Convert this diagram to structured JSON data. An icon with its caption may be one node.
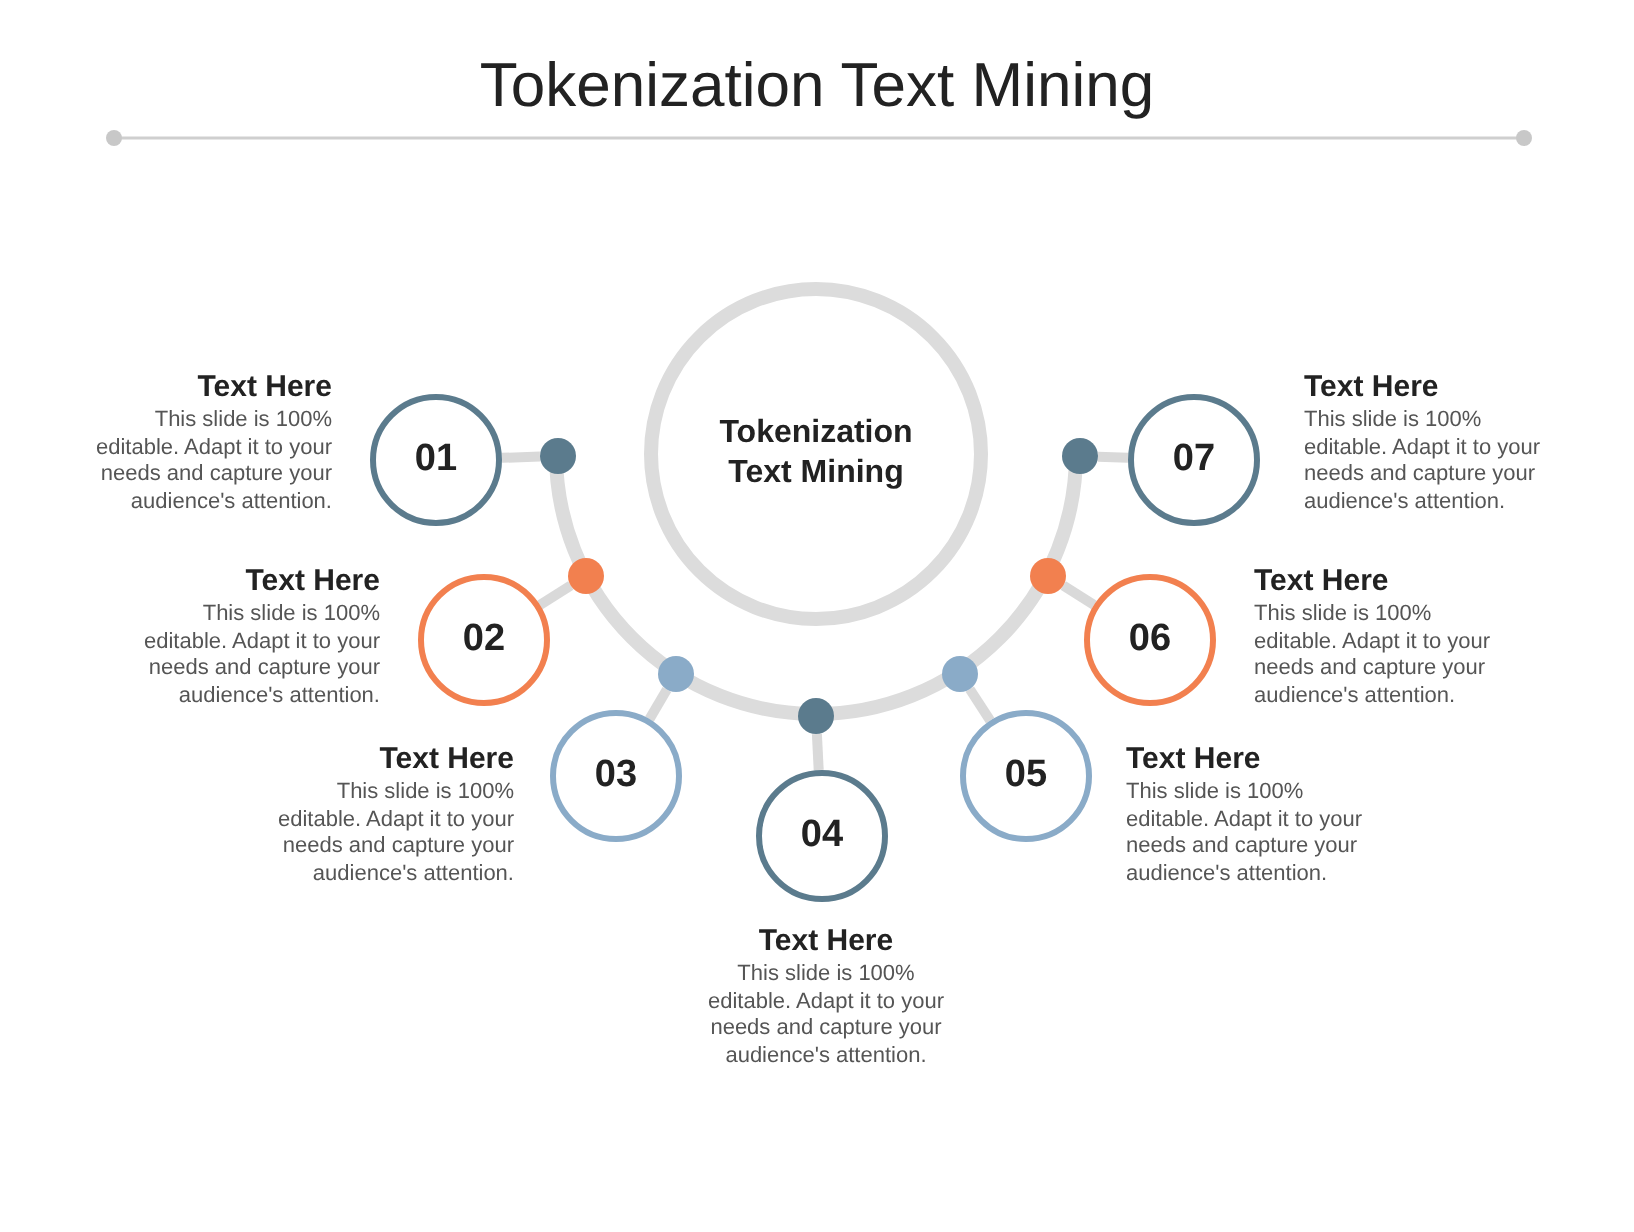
{
  "diagram": {
    "title": "Tokenization Text Mining",
    "nodes": [
      {
        "text": [
          "Tokenization Text Mining"
        ]
      },
      {
        "text": [
          "01"
        ],
        "beside": [
          "Text Here",
          "This slide is 100% editable. Adapt it to your needs and capture your audience's attention."
        ]
      },
      {
        "text": [
          "02"
        ],
        "beside": [
          "Text Here",
          "This slide is 100% editable. Adapt it to your needs and capture your audience's attention."
        ]
      },
      {
        "text": [
          "03"
        ],
        "beside": [
          "Text Here",
          "This slide is 100% editable. Adapt it to your needs and capture your audience's attention."
        ]
      },
      {
        "text": [
          "04"
        ],
        "beside": [
          "Text Here",
          "This slide is 100% editable. Adapt it to your needs and capture your audience's attention."
        ]
      },
      {
        "text": [
          "05"
        ],
        "beside": [
          "Text Here",
          "This slide is 100% editable. Adapt it to your needs and capture your audience's attention."
        ]
      },
      {
        "text": [
          "06"
        ],
        "beside": [
          "Text Here",
          "This slide is 100% editable. Adapt it to your needs and capture your audience's attention."
        ]
      },
      {
        "text": [
          "07"
        ],
        "beside": [
          "Text Here",
          "This slide is 100% editable. Adapt it to your needs and capture your audience's attention."
        ]
      },
      {
        "text": [],
        "shape": "circle"
      },
      {
        "text": [],
        "shape": "circle"
      },
      {
        "text": [],
        "shape": "circle"
      },
      {
        "text": [],
        "shape": "circle"
      },
      {
        "text": [],
        "shape": "circle"
      },
      {
        "text": [],
        "shape": "circle"
      },
      {
        "text": [],
        "shape": "circle"
      }
    ],
    "edges": [
      {
        "from": 8,
        "to": 1,
        "arrow": "none"
      },
      {
        "from": 9,
        "to": 2,
        "arrow": "none"
      },
      {
        "from": 10,
        "to": 3,
        "arrow": "none"
      },
      {
        "from": 11,
        "to": 4,
        "arrow": "none"
      },
      {
        "from": 12,
        "to": 5,
        "arrow": "none"
      },
      {
        "from": 13,
        "to": 6,
        "arrow": "none"
      },
      {
        "from": 14,
        "to": 7,
        "arrow": "none"
      }
    ]
  }
}
